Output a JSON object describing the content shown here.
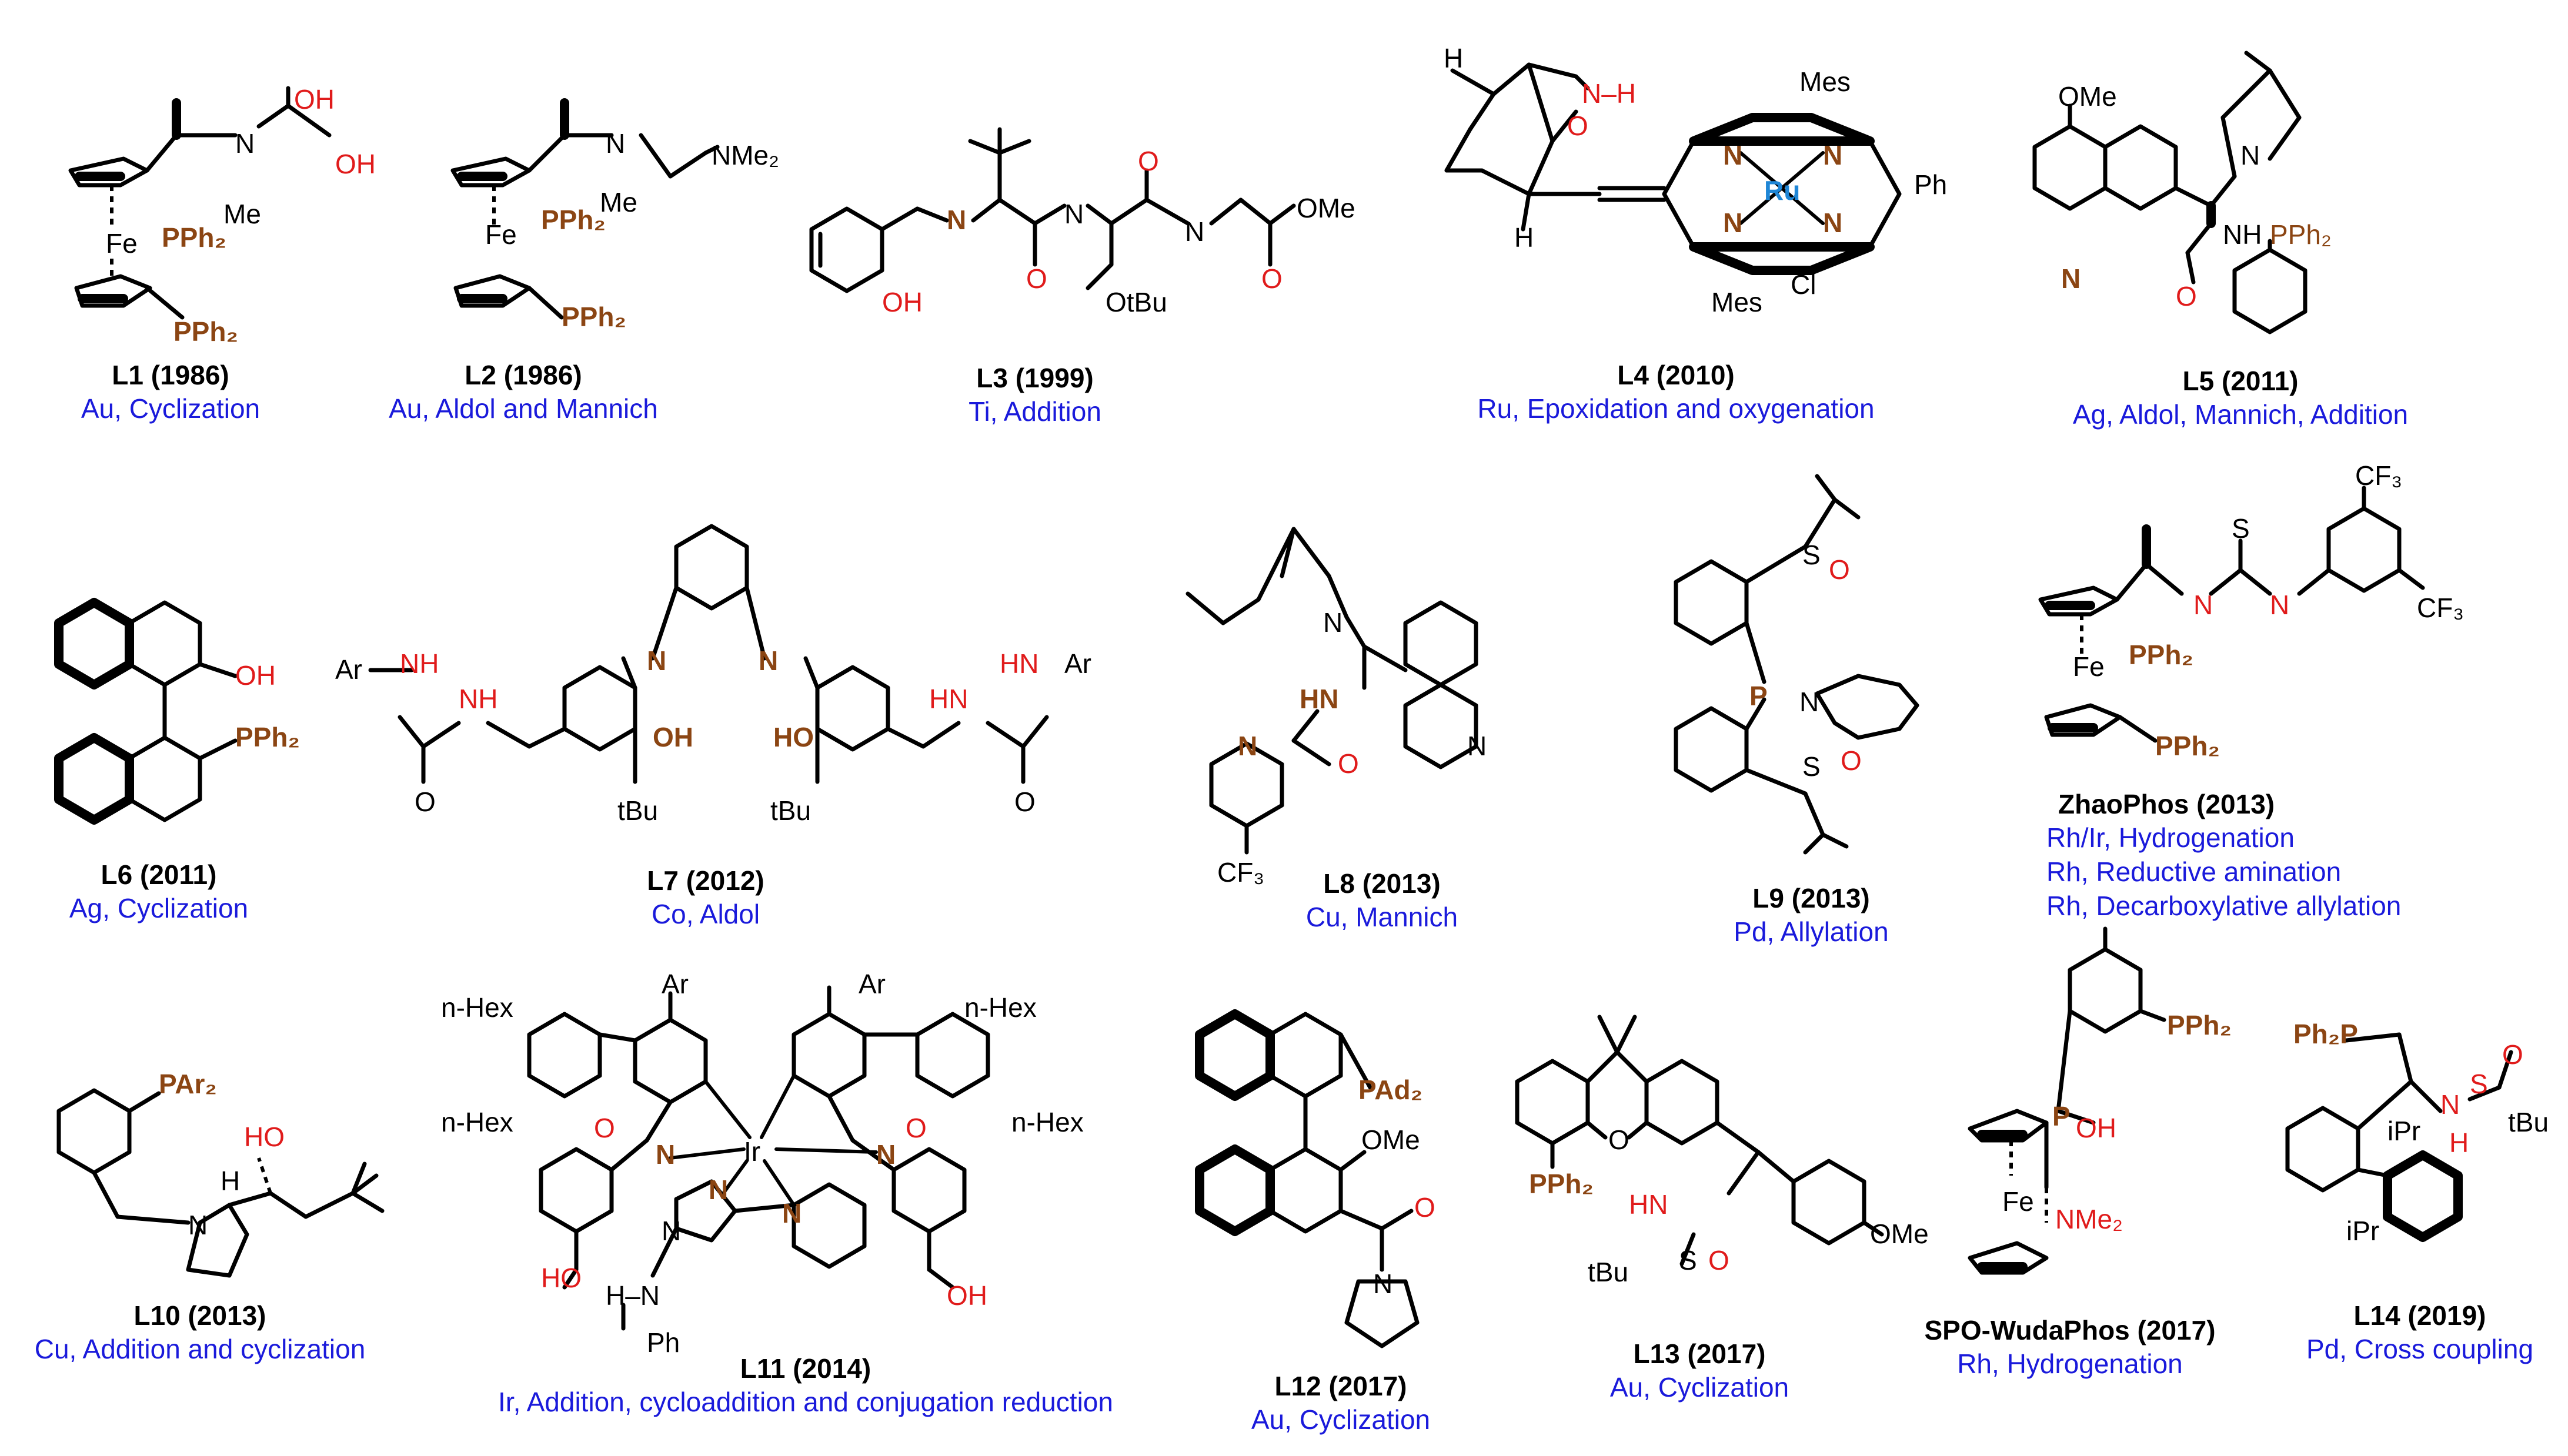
{
  "ligands": [
    {
      "id": "L1",
      "year": "(1986)",
      "metals": [
        "Au, Cyclization"
      ]
    },
    {
      "id": "L2",
      "year": "(1986)",
      "metals": [
        "Au, Aldol and Mannich"
      ]
    },
    {
      "id": "L3",
      "year": "(1999)",
      "metals": [
        "Ti, Addition"
      ]
    },
    {
      "id": "L4",
      "year": "(2010)",
      "metals": [
        "Ru,  Epoxidation and oxygenation"
      ]
    },
    {
      "id": "L5",
      "year": "(2011)",
      "metals": [
        "Ag,  Aldol, Mannich, Addition"
      ]
    },
    {
      "id": "L6",
      "year": "(2011)",
      "metals": [
        "Ag,  Cyclization"
      ]
    },
    {
      "id": "L7",
      "year": "(2012)",
      "metals": [
        "Co,  Aldol"
      ]
    },
    {
      "id": "L8",
      "year": "(2013)",
      "metals": [
        "Cu,  Mannich"
      ]
    },
    {
      "id": "L9",
      "year": "(2013)",
      "metals": [
        "Pd,  Allylation"
      ]
    },
    {
      "id": "ZhaoPhos",
      "year": "(2013)",
      "metals": [
        "Rh/Ir, Hydrogenation",
        "Rh, Reductive amination",
        "Rh, Decarboxylative allylation"
      ]
    },
    {
      "id": "L10",
      "year": "(2013)",
      "metals": [
        "Cu,  Addition and cyclization"
      ]
    },
    {
      "id": "L11",
      "year": "(2014)",
      "metals": [
        "Ir,  Addition, cycloaddition and conjugation reduction"
      ]
    },
    {
      "id": "L12",
      "year": "(2017)",
      "metals": [
        "Au,  Cyclization"
      ]
    },
    {
      "id": "L13",
      "year": "(2017)",
      "metals": [
        "Au,  Cyclization"
      ]
    },
    {
      "id": "SPO-WudaPhos",
      "year": "(2017)",
      "metals": [
        "Rh, Hydrogenation"
      ]
    },
    {
      "id": "L14",
      "year": "(2019)",
      "metals": [
        "Pd,  Cross coupling"
      ]
    }
  ],
  "atoms": {
    "OH": "OH",
    "N": "N",
    "Me": "Me",
    "Fe": "Fe",
    "PPh2": "PPh₂",
    "NMe2": "NMe₂",
    "O": "O",
    "OMe": "OMe",
    "OtBu": "OtBu",
    "NH": "NH",
    "H": "H",
    "N_H": "N–H",
    "Mes": "Mes",
    "Ru": "Ru",
    "Ph": "Ph",
    "Cl": "Cl",
    "HN": "HN",
    "Ar": "Ar",
    "tBu": "tBu",
    "CF3": "CF₃",
    "S": "S",
    "SO": "S=O",
    "PAr2": "PAr₂",
    "nHex": "n-Hex",
    "Ir": "Ir",
    "PAd2": "PAd₂",
    "POH": "P–OH",
    "Ph2P": "Ph₂P",
    "iPr": "iPr",
    "HO": "HO",
    "O_red": "O"
  },
  "colors": {
    "label": "#1a1adb",
    "heteroatom": "#e01b1b",
    "phosphorus": "#8b4513",
    "metal": "#1f86d6"
  }
}
